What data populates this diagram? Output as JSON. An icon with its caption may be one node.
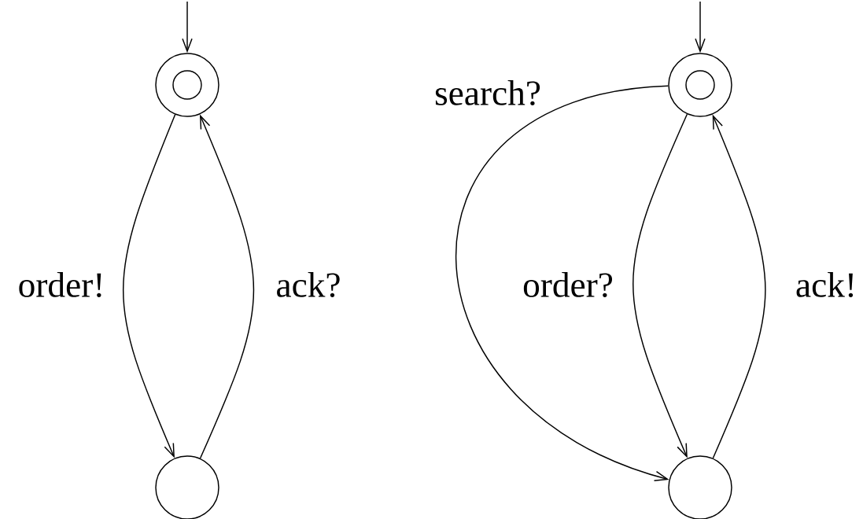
{
  "diagram": {
    "nodes": [
      {
        "text": [],
        "shape": "circle"
      },
      {
        "text": [],
        "shape": "circle"
      },
      {
        "text": [],
        "shape": "circle"
      },
      {
        "text": [],
        "shape": "circle"
      }
    ],
    "edges": [
      {
        "from": null,
        "to": 0,
        "arrow": "to"
      },
      {
        "from": 0,
        "to": 1,
        "arrow": "to",
        "label": "order!"
      },
      {
        "from": 1,
        "to": 0,
        "arrow": "to",
        "label": "ack?"
      },
      {
        "from": null,
        "to": 2,
        "arrow": "to"
      },
      {
        "from": 2,
        "to": 3,
        "arrow": "to",
        "label": "search?"
      },
      {
        "from": 2,
        "to": 3,
        "arrow": "to",
        "label": "order?"
      },
      {
        "from": 3,
        "to": 2,
        "arrow": "to",
        "label": "ack!"
      }
    ]
  }
}
